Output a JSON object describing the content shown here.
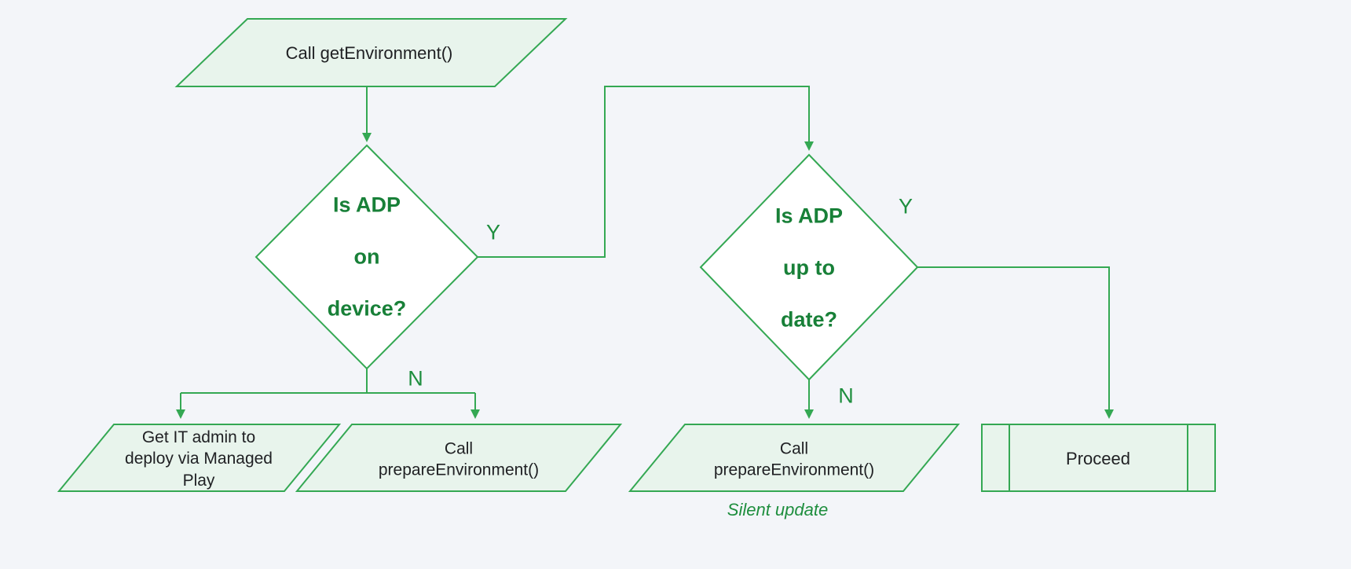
{
  "colors": {
    "line_green": "#34a853",
    "node_fill_green": "#e8f4ec",
    "decision_fill": "#ffffff",
    "text_dark": "#202124",
    "decision_text_green": "#188038",
    "label_green": "#1e8e3e",
    "background": "#f3f5f9"
  },
  "nodes": {
    "start": {
      "label": "Call getEnvironment()"
    },
    "decision_adp_on_device": {
      "lines": [
        "Is ADP",
        "on",
        "device?"
      ]
    },
    "decision_adp_up_to_date": {
      "lines": [
        "Is ADP",
        "up to",
        "date?"
      ]
    },
    "deploy_managed_play": {
      "label": "Get IT admin to deploy via Managed Play"
    },
    "prepare_environment_left": {
      "label": "Call prepareEnvironment()"
    },
    "prepare_environment_right": {
      "label": "Call prepareEnvironment()"
    },
    "proceed": {
      "label": "Proceed"
    }
  },
  "edge_labels": {
    "decision1_yes": "Y",
    "decision1_no": "N",
    "decision2_yes": "Y",
    "decision2_no": "N"
  },
  "annotations": {
    "silent_update": "Silent update"
  }
}
